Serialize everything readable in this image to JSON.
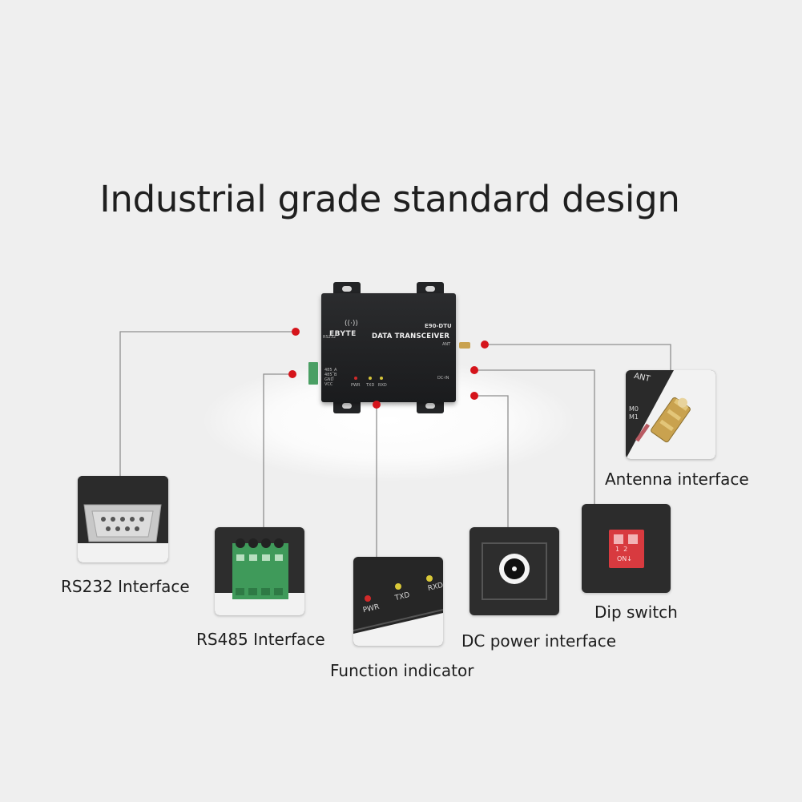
{
  "title": "Industrial grade standard design",
  "device": {
    "brand": "EBYTE",
    "model": "E90-DTU",
    "name": "DATA TRANSCEIVER",
    "port_label_rs232": "RS232",
    "terminal_labels": [
      "485_A",
      "485_B",
      "GND",
      "VCC"
    ],
    "led_labels": [
      "PWR",
      "TXD",
      "RXD"
    ],
    "ant_label": "ANT",
    "dc_label": "DC-IN"
  },
  "callouts": [
    {
      "id": "rs232",
      "label": "RS232 Interface"
    },
    {
      "id": "rs485",
      "label": "RS485 Interface"
    },
    {
      "id": "indicator",
      "label": "Function indicator",
      "leds": [
        "PWR",
        "TXD",
        "RXD"
      ]
    },
    {
      "id": "dc",
      "label": "DC power interface"
    },
    {
      "id": "dip",
      "label": "Dip switch",
      "switch_text": [
        "1  2",
        "ON↓"
      ]
    },
    {
      "id": "antenna",
      "label": "Antenna interface",
      "panel_text": [
        "ANT",
        "M0",
        "M1"
      ]
    }
  ],
  "colors": {
    "connector_dot": "#d5141b",
    "line": "#8f8f8f",
    "panel": "#2a2a2a",
    "terminal_green": "#3f9a5a",
    "dip_red": "#d83a3f",
    "antenna_gold": "#c9a24f"
  }
}
